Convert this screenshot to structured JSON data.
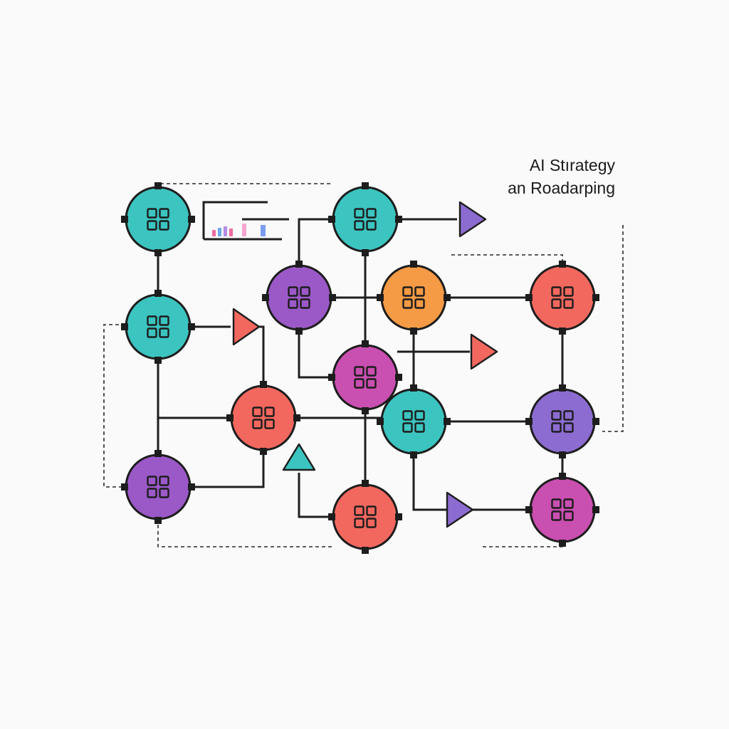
{
  "diagram": {
    "title_line_1": "AI Stırategy",
    "title_line_2": "an Roadarping"
  },
  "colors": {
    "background": "#fafafa",
    "line": "#1f1f1f",
    "teal": "#3cc4c0",
    "purple": "#9b59c8",
    "orange": "#f59a45",
    "coral": "#f2685f",
    "magenta": "#c94fb0",
    "violet": "#8c6cd0",
    "mini_bars": [
      "#ef6aa0",
      "#6fa8ee",
      "#b38be8",
      "#f3a6d0",
      "#7b9cf0"
    ]
  },
  "nodes": [
    {
      "id": "n1",
      "color": "teal",
      "icon": "grid-icon"
    },
    {
      "id": "n2",
      "color": "teal",
      "icon": "grid-icon"
    },
    {
      "id": "n3",
      "color": "purple",
      "icon": "grid-icon"
    },
    {
      "id": "n4",
      "color": "teal",
      "icon": "grid-icon"
    },
    {
      "id": "n5",
      "color": "purple",
      "icon": "grid-icon"
    },
    {
      "id": "n6",
      "color": "orange",
      "icon": "grid-icon"
    },
    {
      "id": "n7",
      "color": "coral",
      "icon": "grid-icon"
    },
    {
      "id": "n8",
      "color": "magenta",
      "icon": "grid-icon"
    },
    {
      "id": "n9",
      "color": "coral",
      "icon": "grid-icon"
    },
    {
      "id": "n10",
      "color": "teal",
      "icon": "grid-icon"
    },
    {
      "id": "n11",
      "color": "violet",
      "icon": "grid-icon"
    },
    {
      "id": "n12",
      "color": "coral",
      "icon": "grid-icon"
    },
    {
      "id": "n13",
      "color": "magenta",
      "icon": "grid-icon"
    }
  ],
  "arrows": [
    {
      "id": "a1",
      "color": "violet",
      "direction": "right"
    },
    {
      "id": "a2",
      "color": "coral",
      "direction": "right"
    },
    {
      "id": "a3",
      "color": "coral",
      "direction": "right"
    },
    {
      "id": "a4",
      "color": "teal",
      "direction": "up"
    },
    {
      "id": "a5",
      "color": "violet",
      "direction": "right"
    }
  ]
}
